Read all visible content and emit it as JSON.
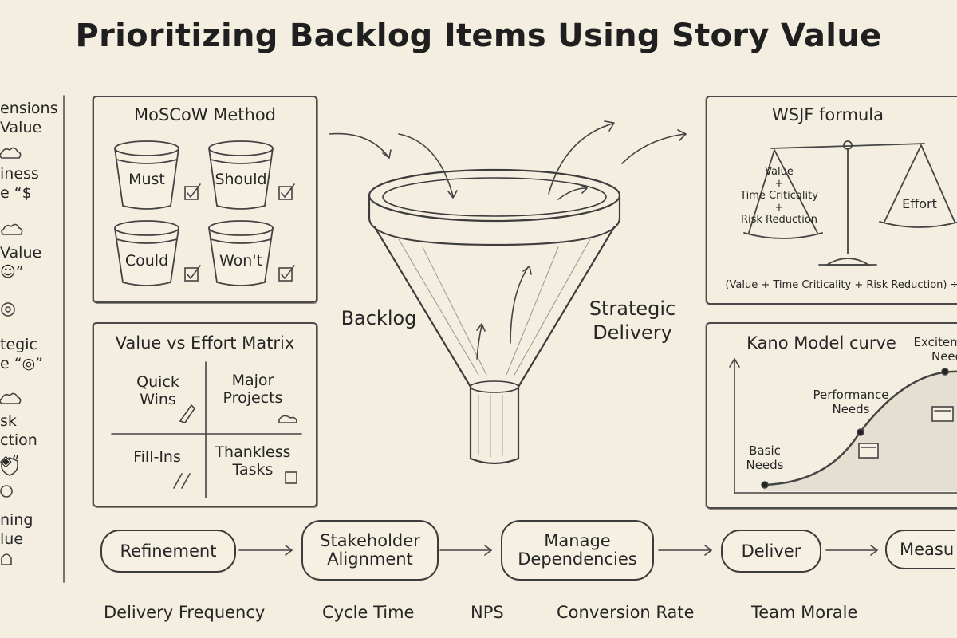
{
  "title": "Prioritizing Backlog Items Using Story Value",
  "left_strip": {
    "items": [
      {
        "line1": "ensions",
        "line2": "Value",
        "icon": "cloud-icon"
      },
      {
        "line1": "iness",
        "line2": "e “$",
        "icon": "cloud-icon"
      },
      {
        "line1": "Value",
        "line2": "☺”",
        "icon": "target-icon"
      },
      {
        "line1": "tegic",
        "line2": "e “◎”",
        "icon": "cloud-icon"
      },
      {
        "line1": "sk",
        "line2": "ction",
        "icon": "shield-icon"
      },
      {
        "line1": "◈”",
        "line2": "",
        "icon": "lightbulb-icon"
      },
      {
        "line1": "ning",
        "line2": "lue",
        "icon": "lightbulb-icon"
      }
    ]
  },
  "moscow": {
    "title": "MoSCoW Method",
    "buckets": [
      "Must",
      "Should",
      "Could",
      "Won't"
    ]
  },
  "matrix": {
    "title": "Value vs Effort Matrix",
    "quadrants": [
      {
        "line1": "Quick",
        "line2": "Wins"
      },
      {
        "line1": "Major",
        "line2": "Projects"
      },
      {
        "line1": "Fill-Ins",
        "line2": ""
      },
      {
        "line1": "Thankless",
        "line2": "Tasks"
      }
    ]
  },
  "funnel": {
    "left_label": "Backlog",
    "right_label_line1": "Strategic",
    "right_label_line2": "Delivery"
  },
  "wsjf": {
    "title": "WSJF formula",
    "left_pan_lines": [
      "Value",
      "+",
      "Time Criticality",
      "+",
      "Risk Reduction"
    ],
    "right_pan": "Effort",
    "formula": "(Value + Time Criticality + Risk Reduction) ÷"
  },
  "kano": {
    "title": "Kano Model curve",
    "points": [
      {
        "line1": "Basic",
        "line2": "Needs"
      },
      {
        "line1": "Performance",
        "line2": "Needs"
      },
      {
        "line1": "Exciteme",
        "line2": "Needs"
      }
    ]
  },
  "flow": {
    "steps": [
      {
        "line1": "Refinement",
        "line2": ""
      },
      {
        "line1": "Stakeholder",
        "line2": "Alignment"
      },
      {
        "line1": "Manage",
        "line2": "Dependencies"
      },
      {
        "line1": "Deliver",
        "line2": ""
      },
      {
        "line1": "Measu",
        "line2": ""
      }
    ]
  },
  "metrics": [
    "Delivery Frequency",
    "Cycle Time",
    "NPS",
    "Conversion Rate",
    "Team Morale"
  ]
}
